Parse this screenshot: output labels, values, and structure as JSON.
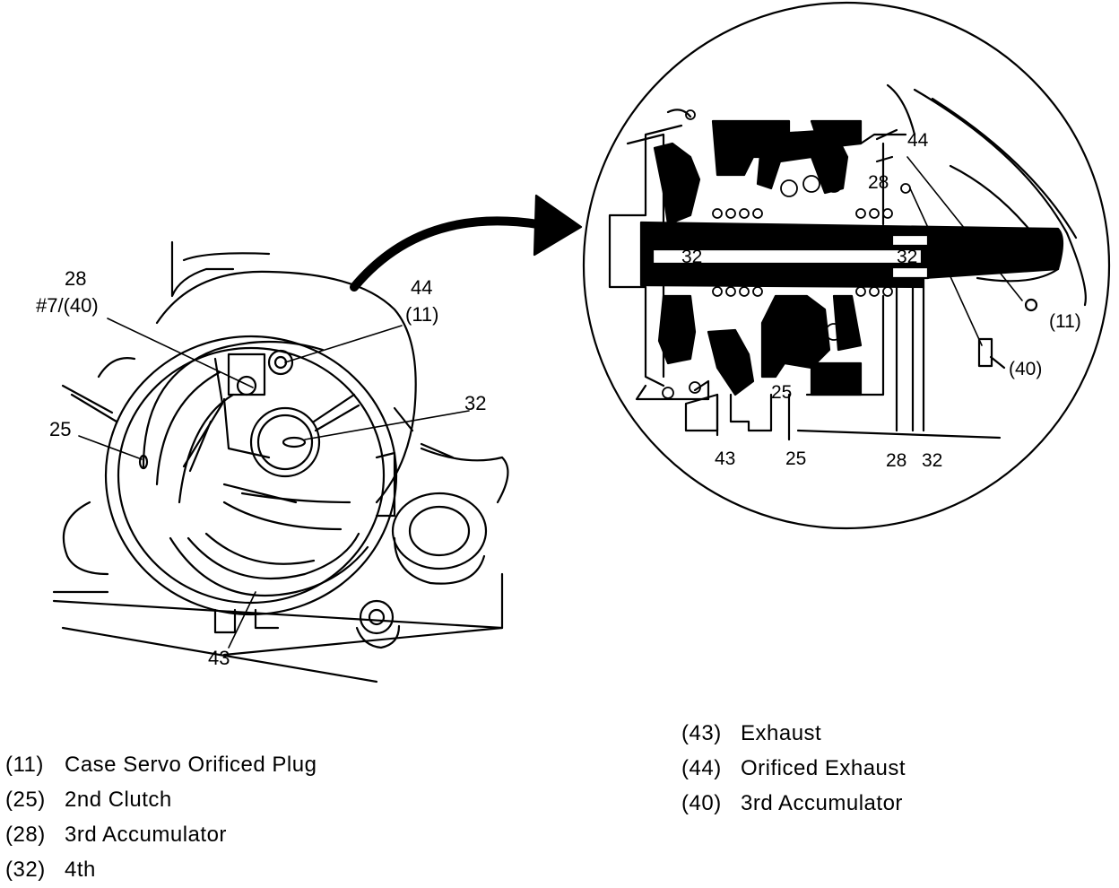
{
  "callouts": {
    "left_28": "28",
    "left_7_40": "#7/(40)",
    "left_44": "44",
    "left_11": "(11)",
    "left_32": "32",
    "left_25": "25",
    "left_43": "43",
    "right_44": "44",
    "right_28": "28",
    "right_32_a": "32",
    "right_32_b": "32",
    "right_11": "(11)",
    "right_40": "(40)",
    "right_25_inner": "25",
    "right_43": "43",
    "right_25": "25",
    "right_28_bottom": "28",
    "right_32_bottom": "32"
  },
  "legend": {
    "left": [
      {
        "code": "(11)",
        "text": "Case Servo Orificed Plug"
      },
      {
        "code": "(25)",
        "text": "2nd Clutch"
      },
      {
        "code": "(28)",
        "text": "3rd Accumulator"
      },
      {
        "code": "(32)",
        "text": "4th"
      }
    ],
    "right": [
      {
        "code": "(43)",
        "text": "Exhaust"
      },
      {
        "code": "(44)",
        "text": "Orificed Exhaust"
      },
      {
        "code": "(40)",
        "text": "3rd Accumulator"
      }
    ]
  }
}
